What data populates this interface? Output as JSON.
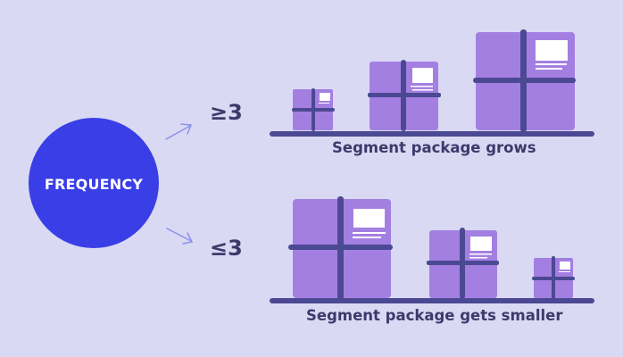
{
  "center_label": "FREQUENCY",
  "branches": [
    {
      "operator": "≥3",
      "caption": "Segment package grows"
    },
    {
      "operator": "≤3",
      "caption": "Segment package gets smaller"
    }
  ],
  "colors": {
    "background": "#d9d9f3",
    "circle": "#3a3ee6",
    "box": "#a47fe2",
    "tape": "#4b4993",
    "arrow": "#8a90e8",
    "text": "#3d3a6b"
  }
}
